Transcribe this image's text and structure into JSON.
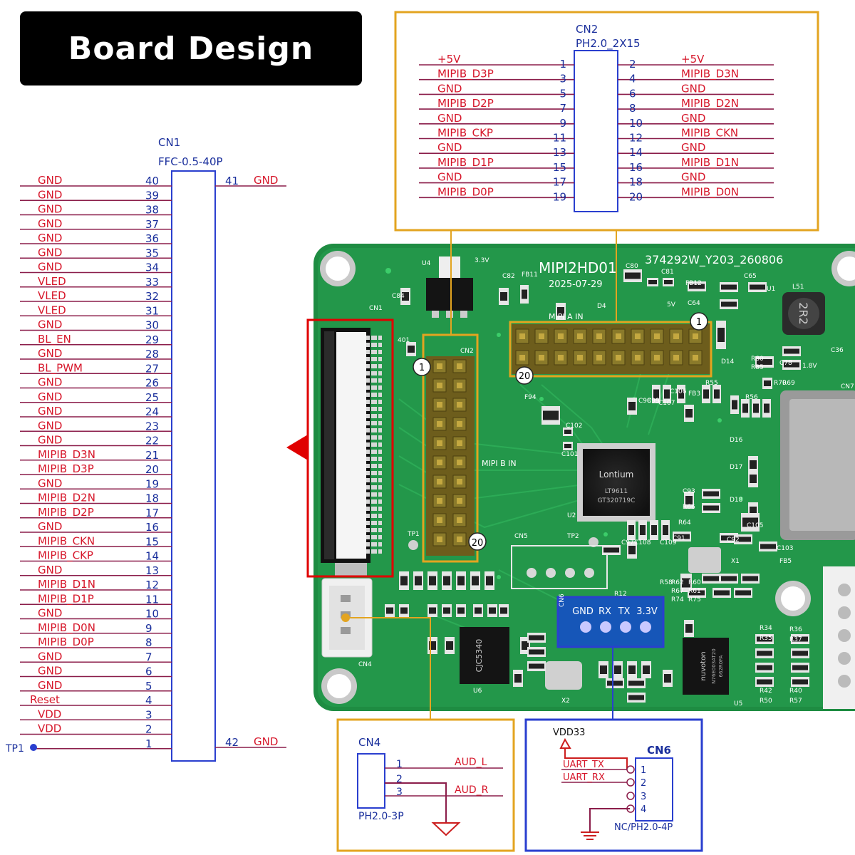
{
  "header": {
    "title": "Board Design"
  },
  "cn1": {
    "ref": "CN1",
    "part": "FFC-0.5-40P",
    "pins": [
      {
        "num": "40",
        "label": "GND"
      },
      {
        "num": "39",
        "label": "GND"
      },
      {
        "num": "38",
        "label": "GND"
      },
      {
        "num": "37",
        "label": "GND"
      },
      {
        "num": "36",
        "label": "GND"
      },
      {
        "num": "35",
        "label": "GND"
      },
      {
        "num": "34",
        "label": "GND"
      },
      {
        "num": "33",
        "label": "VLED"
      },
      {
        "num": "32",
        "label": "VLED"
      },
      {
        "num": "31",
        "label": "VLED"
      },
      {
        "num": "30",
        "label": "GND"
      },
      {
        "num": "29",
        "label": "BL_EN"
      },
      {
        "num": "28",
        "label": "GND"
      },
      {
        "num": "27",
        "label": "BL_PWM"
      },
      {
        "num": "26",
        "label": "GND"
      },
      {
        "num": "25",
        "label": "GND"
      },
      {
        "num": "24",
        "label": "GND"
      },
      {
        "num": "23",
        "label": "GND"
      },
      {
        "num": "22",
        "label": "GND"
      },
      {
        "num": "21",
        "label": "MIPIB_D3N"
      },
      {
        "num": "20",
        "label": "MIPIB_D3P"
      },
      {
        "num": "19",
        "label": "GND"
      },
      {
        "num": "18",
        "label": "MIPIB_D2N"
      },
      {
        "num": "17",
        "label": "MIPIB_D2P"
      },
      {
        "num": "16",
        "label": "GND"
      },
      {
        "num": "15",
        "label": "MIPIB_CKN"
      },
      {
        "num": "14",
        "label": "MIPIB_CKP"
      },
      {
        "num": "13",
        "label": "GND"
      },
      {
        "num": "12",
        "label": "MIPIB_D1N"
      },
      {
        "num": "11",
        "label": "MIPIB_D1P"
      },
      {
        "num": "10",
        "label": "GND"
      },
      {
        "num": "9",
        "label": "MIPIB_D0N"
      },
      {
        "num": "8",
        "label": "MIPIB_D0P"
      },
      {
        "num": "7",
        "label": "GND"
      },
      {
        "num": "6",
        "label": "GND"
      },
      {
        "num": "5",
        "label": "GND"
      },
      {
        "num": "4",
        "label": "Reset"
      },
      {
        "num": "3",
        "label": "VDD"
      },
      {
        "num": "2",
        "label": "VDD"
      },
      {
        "num": "1",
        "label": ""
      }
    ],
    "right_pins": [
      {
        "num": "41",
        "label": "GND"
      },
      {
        "num": "42",
        "label": "GND"
      }
    ],
    "tp_label": "TP1"
  },
  "cn2": {
    "ref": "CN2",
    "part": "PH2.0_2X15",
    "rows": [
      {
        "ln": "1",
        "ll": "+5V",
        "rn": "2",
        "rl": "+5V"
      },
      {
        "ln": "3",
        "ll": "MIPIB_D3P",
        "rn": "4",
        "rl": "MIPIB_D3N"
      },
      {
        "ln": "5",
        "ll": "GND",
        "rn": "6",
        "rl": "GND"
      },
      {
        "ln": "7",
        "ll": "MIPIB_D2P",
        "rn": "8",
        "rl": "MIPIB_D2N"
      },
      {
        "ln": "9",
        "ll": "GND",
        "rn": "10",
        "rl": "GND"
      },
      {
        "ln": "11",
        "ll": "MIPIB_CKP",
        "rn": "12",
        "rl": "MIPIB_CKN"
      },
      {
        "ln": "13",
        "ll": "GND",
        "rn": "14",
        "rl": "GND"
      },
      {
        "ln": "15",
        "ll": "MIPIB_D1P",
        "rn": "16",
        "rl": "MIPIB_D1N"
      },
      {
        "ln": "17",
        "ll": "GND",
        "rn": "18",
        "rl": "GND"
      },
      {
        "ln": "19",
        "ll": "MIPIB_D0P",
        "rn": "20",
        "rl": "MIPIB_D0N"
      }
    ]
  },
  "cn4": {
    "ref": "CN4",
    "part": "PH2.0-3P",
    "pins": [
      {
        "num": "1",
        "label": "AUD_L"
      },
      {
        "num": "2",
        "label": ""
      },
      {
        "num": "3",
        "label": "AUD_R"
      }
    ]
  },
  "cn6": {
    "ref": "CN6",
    "part": "NC/PH2.0-4P",
    "power": "VDD33",
    "pins": [
      {
        "num": "1",
        "label": "UART_TX"
      },
      {
        "num": "2",
        "label": "UART_RX"
      },
      {
        "num": "3",
        "label": ""
      },
      {
        "num": "4",
        "label": ""
      }
    ]
  },
  "board": {
    "name": "MIPI2HD01",
    "date": "2025-07-29",
    "serial": "374292W_Y203_260806",
    "chip_brand": "Lontium",
    "chip_model": "LT9611",
    "chip_code": "GT320719C",
    "mcu_brand": "nuvoton",
    "mcu_model": "N76E003AT20",
    "mcu_code": "662R0FA",
    "u6_marking": "CJC5340",
    "silk_mipi_a": "MIPI A IN",
    "silk_mipi_b": "MIPI B IN",
    "callout_1": "1",
    "callout_20": "20",
    "cn6_header_labels": [
      "GND",
      "RX",
      "TX",
      "3.3V"
    ],
    "silk": [
      "CN1",
      "CN2",
      "CN4",
      "CN5",
      "CN6",
      "U2",
      "U4",
      "U5",
      "U6",
      "X1",
      "X2",
      "TP1",
      "TP2",
      "3.3V",
      "5V",
      "1.8V",
      "2R2",
      "L51",
      "U1",
      "D4",
      "D14",
      "D16",
      "D17",
      "D18",
      "FB3",
      "FB5",
      "FB11",
      "FB12",
      "C80",
      "C81",
      "C82",
      "C84",
      "C64",
      "C65",
      "C78",
      "C36",
      "C102",
      "C101",
      "C93",
      "C91",
      "C92",
      "C103",
      "C105",
      "C97",
      "C98",
      "C99",
      "C106",
      "C107",
      "C108",
      "C109",
      "R66",
      "R64",
      "R62",
      "R60",
      "R67",
      "R61",
      "R74",
      "R75",
      "R34",
      "R35",
      "R36",
      "R37",
      "R42",
      "R40",
      "R50",
      "R57",
      "R80",
      "R85",
      "R55",
      "R56",
      "R58",
      "R70",
      "R69",
      "F94",
      "R12",
      "CN7",
      "401"
    ]
  }
}
